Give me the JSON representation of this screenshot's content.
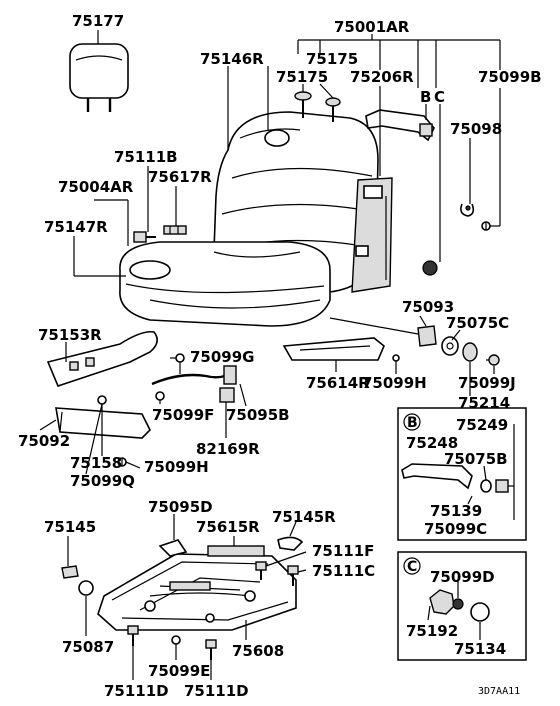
{
  "labels": {
    "p75177": "75177",
    "p75001AR": "75001AR",
    "p75146R": "75146R",
    "p75175a": "75175",
    "p75175b": "75175",
    "p75206R": "75206R",
    "pB": "B",
    "pC": "C",
    "p75099B": "75099B",
    "p75098": "75098",
    "p75111B": "75111B",
    "p75004AR": "75004AR",
    "p75617R": "75617R",
    "p75147R": "75147R",
    "p75093": "75093",
    "p75075C": "75075C",
    "p75153R": "75153R",
    "p75099G": "75099G",
    "p75099H_a": "75099H",
    "p75099J": "75099J",
    "p75614R": "75614R",
    "p75214": "75214",
    "p75099F": "75099F",
    "p75095B": "75095B",
    "p75092": "75092",
    "p75158": "75158",
    "p82169R": "82169R",
    "p75099H_b": "75099H",
    "p75099Q": "75099Q",
    "p75095D": "75095D",
    "p75145R": "75145R",
    "p75615R": "75615R",
    "p75145": "75145",
    "p75111F": "75111F",
    "p75111C": "75111C",
    "p75087": "75087",
    "p75608": "75608",
    "p75099E": "75099E",
    "p75111D_a": "75111D",
    "p75111D_b": "75111D"
  },
  "detail_b": {
    "marker": "B",
    "p75249": "75249",
    "p75248": "75248",
    "p75075B": "75075B",
    "p75139": "75139",
    "p75099C": "75099C"
  },
  "detail_c": {
    "marker": "C",
    "p75099D": "75099D",
    "p75192": "75192",
    "p75134": "75134"
  },
  "diagram_code": "3D7AA11"
}
